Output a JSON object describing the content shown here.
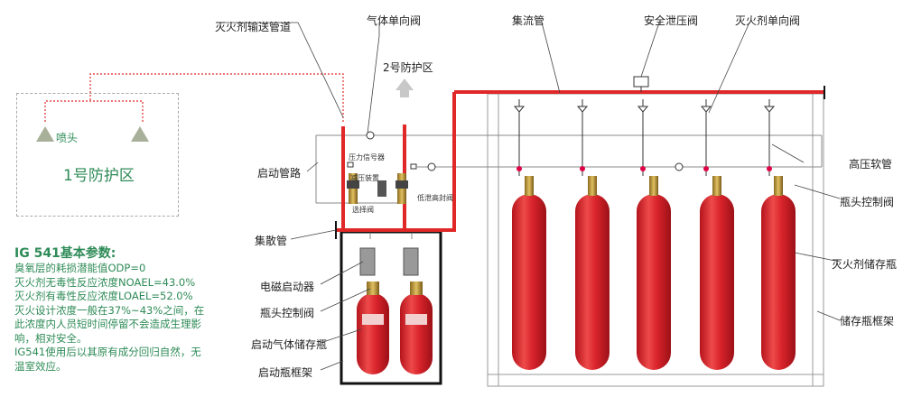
{
  "labels": {
    "pipe_transport": "灭火剂输送管道",
    "gas_check_valve": "气体单向阀",
    "zone2": "2号防护区",
    "manifold": "集流管",
    "safety_valve": "安全泄压阀",
    "agent_check_valve": "灭火剂单向阀",
    "nozzle": "喷头",
    "zone1": "1号防护区",
    "start_pipe": "启动管路",
    "pressure_switch": "压力信号器",
    "reducer": "减压装置",
    "selector_valve": "选择阀",
    "lowpressure_valve": "低泄高封阀",
    "collector_pipe": "集散管",
    "hose": "高压软管",
    "head_valve_right": "瓶头控制阀",
    "agent_cylinder": "灭火剂储存瓶",
    "cylinder_frame": "储存瓶框架",
    "solenoid": "电磁启动器",
    "head_valve_left": "瓶头控制阀",
    "start_cylinder": "启动气体储存瓶",
    "start_frame": "启动瓶框架"
  },
  "params": {
    "title": "IG 541基本参数:",
    "lines": [
      "臭氧层的耗损潜能值ODP=0",
      "灭火剂无毒性反应浓度NOAEL=43.0%",
      "灭火剂有毒性反应浓度LOAEL=52.0%",
      "灭火设计浓度一般在37%~43%之间，在",
      "此浓度内人员短时间停留不会造成生理影",
      "响，相对安全。",
      "IG541使用后以其原有成分回归自然，无",
      "温室效应。"
    ]
  },
  "colors": {
    "pipe_red": "#e02828",
    "cylinder_red": "#d9232b",
    "label_green": "#2e8b57",
    "line_gray": "#888888"
  }
}
